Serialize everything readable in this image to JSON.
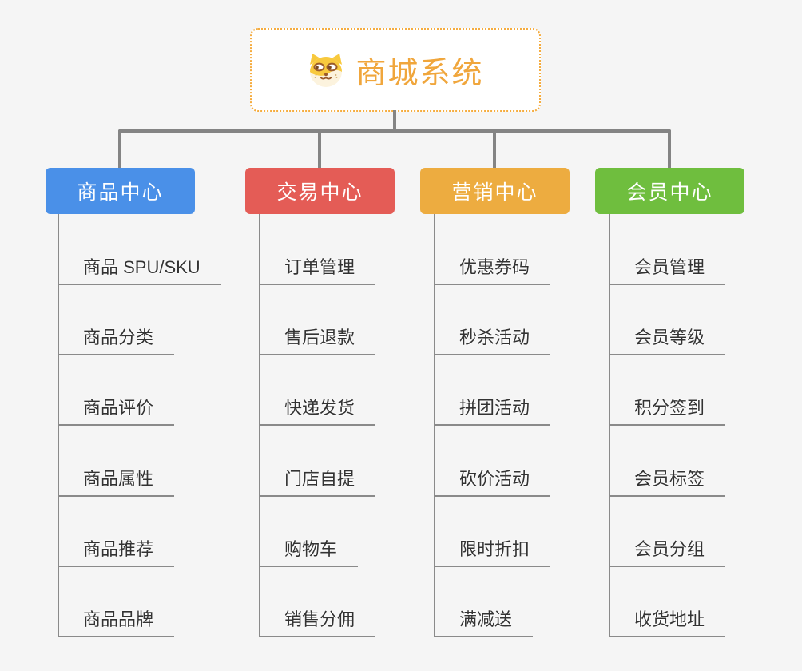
{
  "root": {
    "title": "商城系统",
    "icon": "shiba-dog-icon",
    "title_color": "#f0a63c",
    "border_color": "#f5ac3f"
  },
  "branches": [
    {
      "label": "商品中心",
      "color": "#4a90e8",
      "children": [
        "商品 SPU/SKU",
        "商品分类",
        "商品评价",
        "商品属性",
        "商品推荐",
        "商品品牌"
      ]
    },
    {
      "label": "交易中心",
      "color": "#e45c56",
      "children": [
        "订单管理",
        "售后退款",
        "快递发货",
        "门店自提",
        "购物车",
        "销售分佣"
      ]
    },
    {
      "label": "营销中心",
      "color": "#edac40",
      "children": [
        "优惠券码",
        "秒杀活动",
        "拼团活动",
        "砍价活动",
        "限时折扣",
        "满减送"
      ]
    },
    {
      "label": "会员中心",
      "color": "#6fbe3e",
      "children": [
        "会员管理",
        "会员等级",
        "积分签到",
        "会员标签",
        "会员分组",
        "收货地址"
      ]
    }
  ],
  "colors": {
    "background": "#f5f5f5",
    "connector": "#848484",
    "child_line": "#8a8a8a",
    "child_text": "#333333"
  }
}
